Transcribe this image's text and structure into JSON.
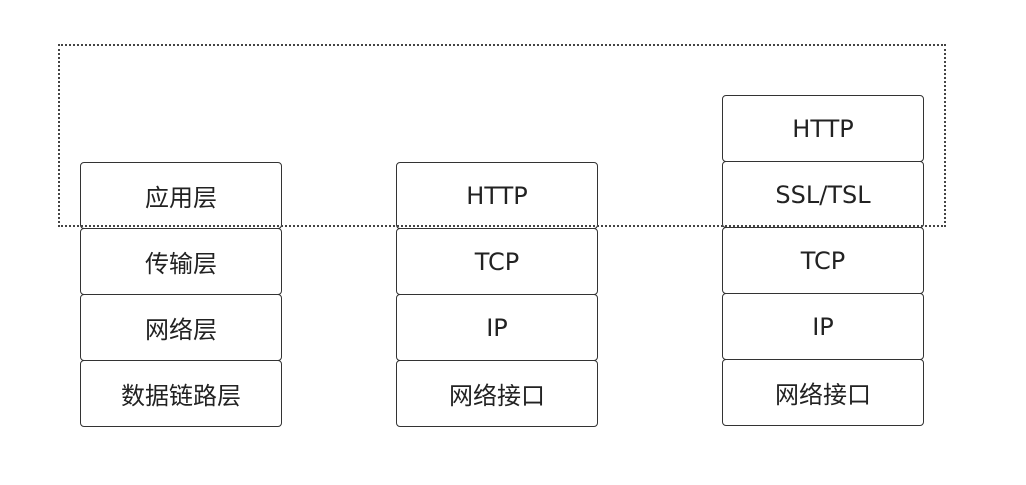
{
  "stacks": [
    {
      "layers": [
        {
          "label": "应用层"
        },
        {
          "label": "传输层"
        },
        {
          "label": "网络层"
        },
        {
          "label": "数据链路层"
        }
      ]
    },
    {
      "layers": [
        {
          "label": "HTTP"
        },
        {
          "label": "TCP"
        },
        {
          "label": "IP"
        },
        {
          "label": "网络接口"
        }
      ]
    },
    {
      "layers": [
        {
          "label": "HTTP"
        },
        {
          "label": "SSL/TSL"
        },
        {
          "label": "TCP"
        },
        {
          "label": "IP"
        },
        {
          "label": "网络接口"
        }
      ]
    }
  ]
}
